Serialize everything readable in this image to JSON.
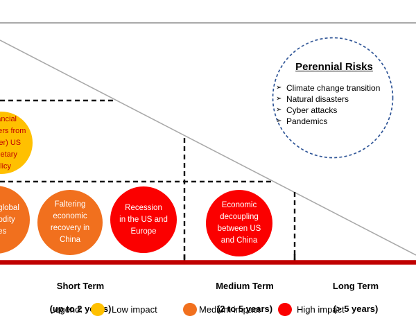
{
  "chart": {
    "perennial": {
      "title": "Perennial Risks",
      "bullet_glyph": "➢",
      "items": [
        "Climate change transition",
        "Natural disasters",
        "Cyber attacks",
        "Pandemics"
      ],
      "border_color": "#2F5597"
    },
    "bubbles": [
      {
        "impact": "low",
        "lines": [
          "Financial",
          "spillovers from",
          "(tighter) US",
          "monetary",
          "policy"
        ],
        "color": "#FFC000",
        "text_color": "#C00000"
      },
      {
        "impact": "medium",
        "lines": [
          "Falling global",
          "commodity",
          "prices"
        ],
        "color": "#F1701E",
        "text_color": "#FFFFFF"
      },
      {
        "impact": "medium",
        "lines": [
          "Faltering",
          "economic",
          "recovery in",
          "China"
        ],
        "color": "#F1701E",
        "text_color": "#FFFFFF"
      },
      {
        "impact": "high",
        "lines": [
          "Recession",
          "in the US and",
          "Europe"
        ],
        "color": "#FB0000",
        "text_color": "#FFFFFF"
      },
      {
        "impact": "high",
        "lines": [
          "Economic",
          "decoupling",
          "between US",
          "and China"
        ],
        "color": "#FB0000",
        "text_color": "#FFFFFF"
      }
    ],
    "timeline": {
      "axis_color": "#C00000",
      "zones": [
        {
          "label": "Short Term",
          "sublabel": "(up to 2 years)"
        },
        {
          "label": "Medium Term",
          "sublabel": "(2 to 5 years)"
        },
        {
          "label": "Long Term",
          "sublabel": "(> 5 years)"
        }
      ]
    },
    "legend": {
      "title": "Legend:",
      "items": [
        {
          "label": "Low impact",
          "color": "#FFC000"
        },
        {
          "label": "Medium impact",
          "color": "#F1701E"
        },
        {
          "label": "High impact",
          "color": "#FB0000"
        }
      ]
    },
    "line_colors": {
      "gray": "#A9A9A9",
      "dash": "#111111"
    }
  }
}
